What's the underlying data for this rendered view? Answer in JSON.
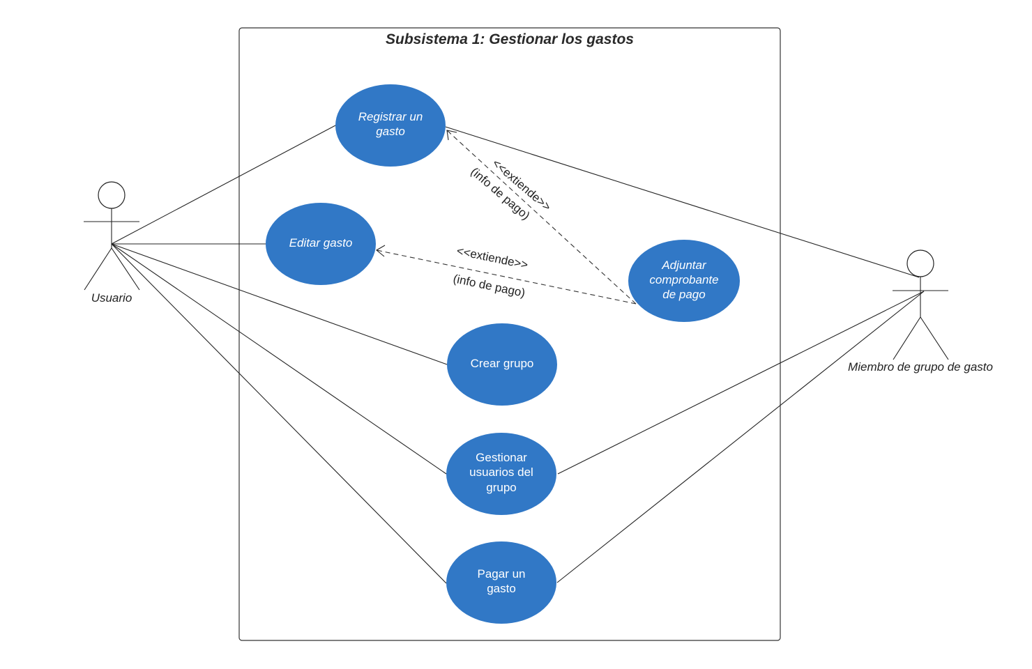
{
  "colors": {
    "use_case_fill": "#3178c6",
    "use_case_text": "#ffffff",
    "line": "#222222"
  },
  "system": {
    "title": "Subsistema 1: Gestionar los gastos"
  },
  "actors": {
    "usuario": {
      "name": "Usuario"
    },
    "miembro": {
      "name": "Miembro de grupo de gasto"
    }
  },
  "use_cases": {
    "registrar": {
      "lines": [
        "Registrar un",
        "gasto"
      ],
      "italic": true
    },
    "editar": {
      "lines": [
        "Editar gasto"
      ],
      "italic": true
    },
    "adjuntar": {
      "lines": [
        "Adjuntar",
        "comprobante",
        "de pago"
      ],
      "italic": true
    },
    "crear": {
      "lines": [
        "Crear grupo"
      ],
      "italic": false
    },
    "gestionar": {
      "lines": [
        "Gestionar",
        "usuarios del",
        "grupo"
      ],
      "italic": false
    },
    "pagar": {
      "lines": [
        "Pagar un",
        "gasto"
      ],
      "italic": false
    }
  },
  "relations": {
    "extend_1": {
      "stereotype": "<<extiende>>",
      "condition": "(info de pago)"
    },
    "extend_2": {
      "stereotype": "<<extiende>>",
      "condition": "(info de pago)"
    }
  }
}
